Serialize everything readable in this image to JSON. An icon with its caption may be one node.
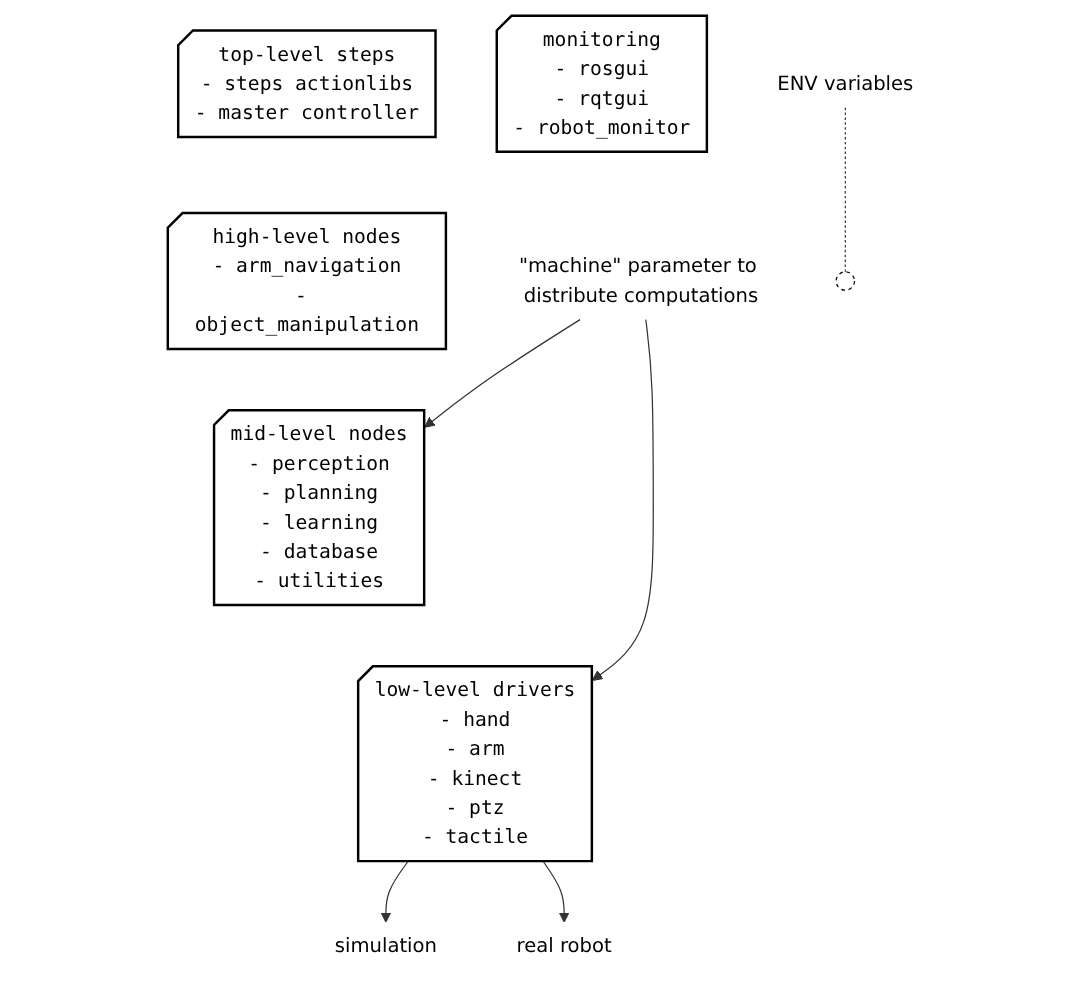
{
  "diagram": {
    "nodes": [
      {
        "text": [
          "top-level steps",
          "- steps actionlibs",
          "- master controller"
        ]
      },
      {
        "text": [
          "high-level nodes",
          "- arm_navigation",
          "- object_manipulation"
        ]
      },
      {
        "text": [
          "mid-level nodes",
          "- perception",
          "- planning",
          "- learning",
          "- database",
          "- utilities"
        ]
      },
      {
        "text": [
          "low-level drivers",
          "- hand",
          "- arm",
          "- kinect",
          "- ptz",
          "- tactile"
        ]
      },
      {
        "text": [
          "monitoring",
          "- rosgui",
          "- rqtgui",
          "- robot_monitor"
        ]
      },
      {
        "text": [
          "\"machine\" parameter to distribute computations"
        ]
      },
      {
        "text": [
          "simulation"
        ]
      },
      {
        "text": [
          "real robot"
        ]
      },
      {
        "text": [
          "ENV variables"
        ]
      },
      {
        "text": [],
        "shape": "ellipse"
      }
    ],
    "edges": [
      {
        "from": 5,
        "to": 2,
        "arrow": "to"
      },
      {
        "from": 5,
        "to": 3,
        "arrow": "to"
      },
      {
        "from": 3,
        "to": 6,
        "arrow": "to"
      },
      {
        "from": 3,
        "to": 7,
        "arrow": "to"
      },
      {
        "from": 8,
        "to": 9,
        "arrow": "none",
        "style": "dashed"
      }
    ]
  }
}
